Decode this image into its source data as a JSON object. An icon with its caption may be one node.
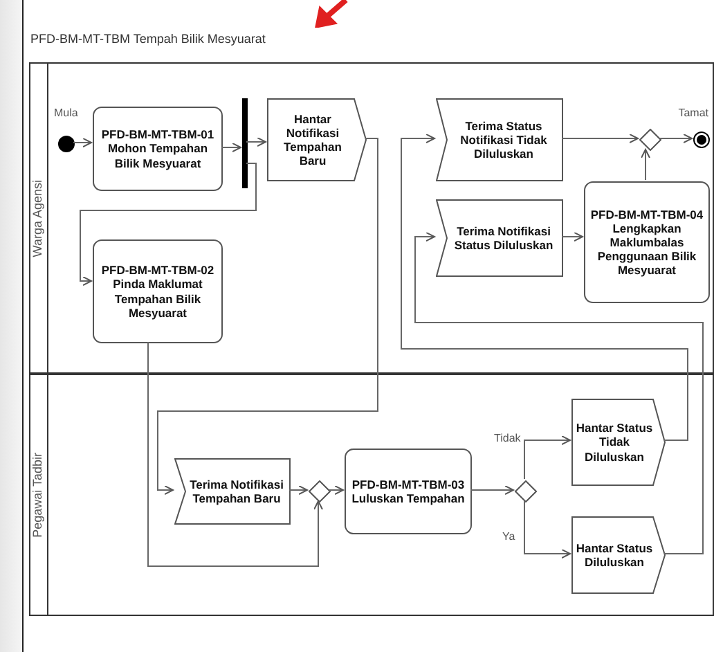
{
  "diagram": {
    "title": "PFD-BM-MT-TBM Tempah Bilik Mesyuarat",
    "nodes": [
      {
        "text": [
          "Warga Agensi"
        ]
      },
      {
        "text": [
          "Pegawai Tadbir"
        ]
      },
      {
        "text": [],
        "shape": "circle",
        "in": 0,
        "beside": [
          "Mula"
        ]
      },
      {
        "text": [
          "PFD-BM-MT-TBM-01",
          "Mohon Tempahan Bilik Mesyuarat"
        ],
        "in": 0
      },
      {
        "text": [],
        "shape": "bar",
        "in": 0
      },
      {
        "text": [
          "Hantar Notifikasi Tempahan Baru"
        ],
        "in": 0
      },
      {
        "text": [
          "PFD-BM-MT-TBM-02",
          "Pinda Maklumat Tempahan Bilik Mesyuarat"
        ],
        "in": 0
      },
      {
        "text": [
          "Terima Status Notifikasi Tidak Diluluskan"
        ],
        "in": 0
      },
      {
        "text": [
          "Terima Notifikasi Status Diluluskan"
        ],
        "in": 0
      },
      {
        "text": [],
        "shape": "diamond",
        "in": 0
      },
      {
        "text": [],
        "shape": "circle",
        "in": 0,
        "beside": [
          "Tamat"
        ]
      },
      {
        "text": [
          "PFD-BM-MT-TBM-04",
          "Lengkapkan Maklumbalas Penggunaan Bilik Mesyuarat"
        ],
        "in": 0
      },
      {
        "text": [
          "Terima Notifikasi Tempahan Baru"
        ],
        "in": 1
      },
      {
        "text": [],
        "shape": "diamond",
        "in": 1
      },
      {
        "text": [
          "PFD-BM-MT-TBM-03",
          "Luluskan Tempahan"
        ],
        "in": 1
      },
      {
        "text": [],
        "shape": "diamond",
        "in": 1
      },
      {
        "text": [
          "Hantar Status Tidak Diluluskan"
        ],
        "in": 1
      },
      {
        "text": [
          "Hantar Status Diluluskan"
        ],
        "in": 1
      }
    ],
    "edges": [
      {
        "from": 2,
        "to": 3,
        "arrow": "to"
      },
      {
        "from": 3,
        "to": 4,
        "arrow": "to"
      },
      {
        "from": 4,
        "to": 5,
        "arrow": "to"
      },
      {
        "from": 4,
        "to": 6,
        "arrow": "to"
      },
      {
        "from": 6,
        "to": 13,
        "arrow": "to"
      },
      {
        "from": 5,
        "to": 12,
        "arrow": "to"
      },
      {
        "from": 12,
        "to": 13,
        "arrow": "to"
      },
      {
        "from": 13,
        "to": 14,
        "arrow": "to"
      },
      {
        "from": 14,
        "to": 15,
        "arrow": "to"
      },
      {
        "from": 15,
        "to": 16,
        "label": "Tidak",
        "arrow": "to"
      },
      {
        "from": 15,
        "to": 17,
        "label": "Ya",
        "arrow": "to"
      },
      {
        "from": 16,
        "to": 7,
        "arrow": "to"
      },
      {
        "from": 17,
        "to": 8,
        "arrow": "to"
      },
      {
        "from": 7,
        "to": 9,
        "arrow": "to"
      },
      {
        "from": 8,
        "to": 11,
        "arrow": "to"
      },
      {
        "from": 11,
        "to": 9,
        "arrow": "to"
      },
      {
        "from": 9,
        "to": 10,
        "arrow": "to"
      }
    ]
  }
}
